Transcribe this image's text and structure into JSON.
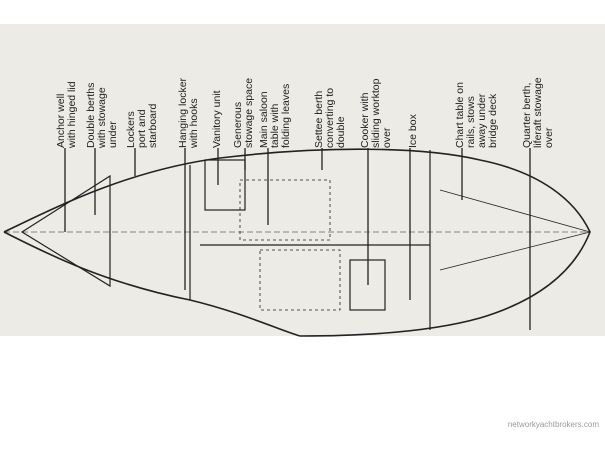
{
  "labels": [
    {
      "lines": [
        "Anchor well",
        "with hinged lid"
      ]
    },
    {
      "lines": [
        "Double berths",
        "with stowage",
        "under"
      ]
    },
    {
      "lines": [
        "Lockers",
        "port and",
        "starboard"
      ]
    },
    {
      "lines": [
        "Hanging locker",
        "with hooks"
      ]
    },
    {
      "lines": [
        "Vanitory unit"
      ]
    },
    {
      "lines": [
        "Generous",
        "stowage space"
      ]
    },
    {
      "lines": [
        "Main saloon",
        "table with",
        "folding leaves"
      ]
    },
    {
      "lines": [
        "Settee berth",
        "converting to",
        "double"
      ]
    },
    {
      "lines": [
        "Cooker with",
        "sliding worktop",
        "over"
      ]
    },
    {
      "lines": [
        "Ice box"
      ]
    },
    {
      "lines": [
        "Chart table on",
        "rails, stows",
        "away under",
        "bridge deck"
      ]
    },
    {
      "lines": [
        "Quarter berth,",
        "liferaft stowage",
        "over"
      ]
    }
  ],
  "watermark": "networkyachtbrokers.com"
}
